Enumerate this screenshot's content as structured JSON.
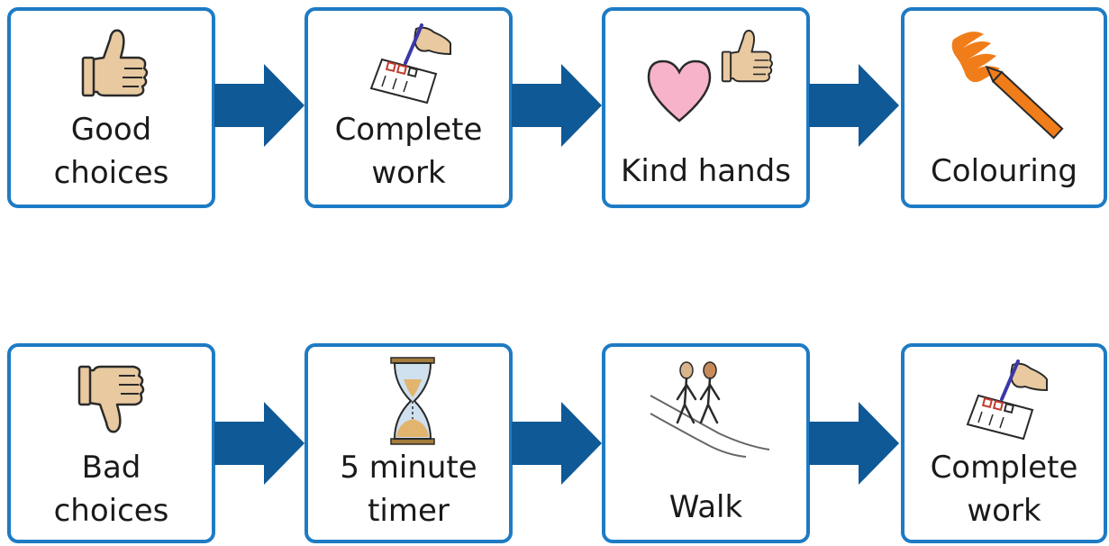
{
  "colors": {
    "border": "#1e7bc4",
    "arrow": "#0f5996",
    "skin": "#e8c9a0",
    "heart": "#f7b3c9",
    "orange": "#f07d1a",
    "pen": "#3a38a8",
    "sand": "#e2b56f",
    "glass": "#cfe0ef"
  },
  "rows": [
    {
      "cards": [
        {
          "icon": "thumbs-up-icon",
          "line1": "Good",
          "line2": "choices"
        },
        {
          "icon": "checklist-pen-icon",
          "line1": "Complete",
          "line2": "work"
        },
        {
          "icon": "heart-thumbs-up-icon",
          "line1": "Kind hands"
        },
        {
          "icon": "crayon-icon",
          "line1": "Colouring"
        }
      ]
    },
    {
      "cards": [
        {
          "icon": "thumbs-down-icon",
          "line1": "Bad",
          "line2": "choices"
        },
        {
          "icon": "hourglass-icon",
          "line1": "5 minute",
          "line2": "timer"
        },
        {
          "icon": "walking-people-icon",
          "line1": "Walk"
        },
        {
          "icon": "checklist-pen-icon",
          "line1": "Complete",
          "line2": "work"
        }
      ]
    }
  ]
}
